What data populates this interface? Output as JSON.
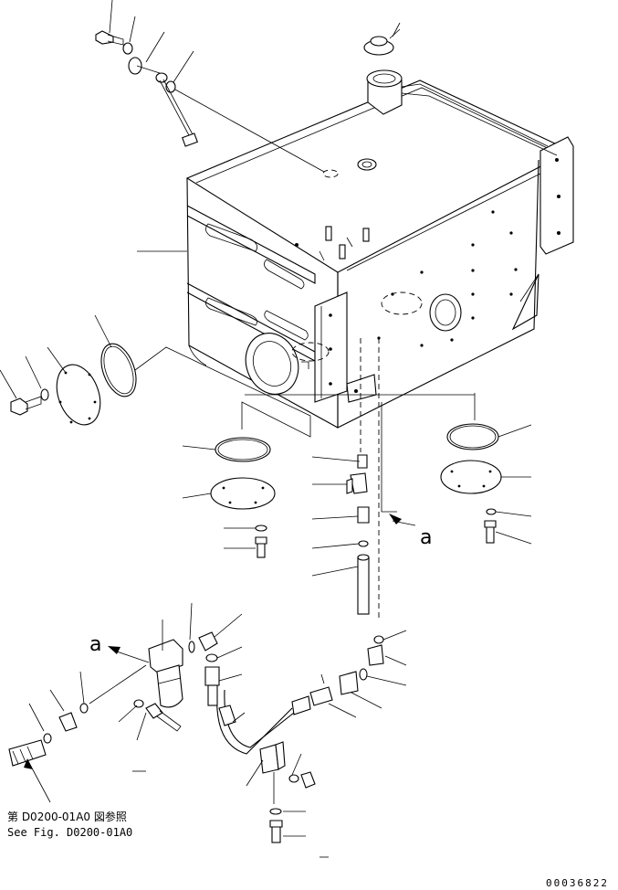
{
  "callouts": {
    "a_upper": "a",
    "a_lower": "a"
  },
  "reference_note": {
    "line1": "第 D0200-01A0 図参照",
    "line2": "See Fig. D0200-01A0"
  },
  "drawing_code": "00036822"
}
